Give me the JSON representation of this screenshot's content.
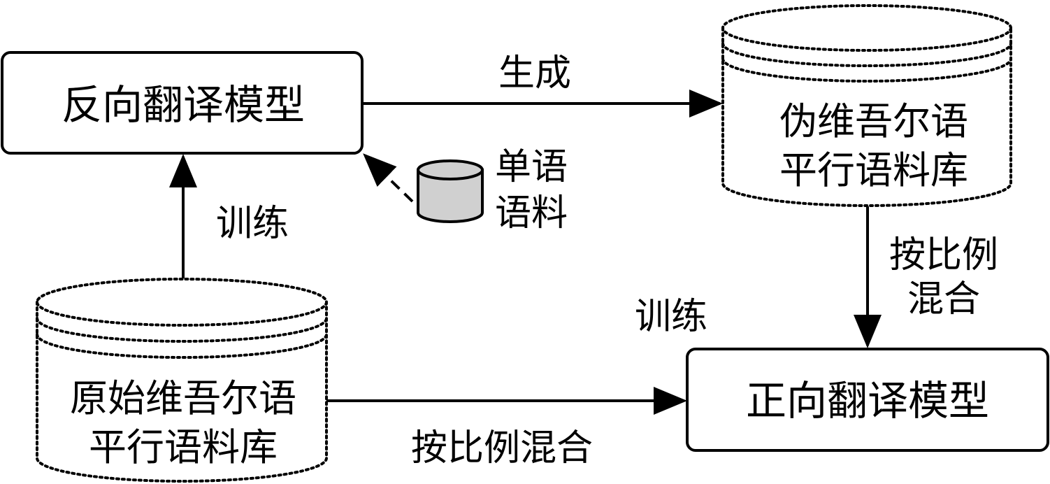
{
  "nodes": {
    "back_model": {
      "label": "反向翻译模型"
    },
    "forward_model": {
      "label": "正向翻译模型"
    },
    "pseudo_corpus": {
      "line1": "伪维吾尔语",
      "line2": "平行语料库"
    },
    "original_corpus": {
      "line1": "原始维吾尔语",
      "line2": "平行语料库"
    },
    "mono_corpus": {
      "line1": "单语",
      "line2": "语料"
    }
  },
  "edges": {
    "generate": {
      "label": "生成"
    },
    "train_back": {
      "label": "训练"
    },
    "train_forward": {
      "label": "训练"
    },
    "mix_pseudo": {
      "line1": "按比例",
      "line2": "混合"
    },
    "mix_original": {
      "label": "按比例混合"
    }
  },
  "colors": {
    "stroke": "#000000",
    "mono_fill": "#d0d0d0",
    "background": "#ffffff"
  }
}
